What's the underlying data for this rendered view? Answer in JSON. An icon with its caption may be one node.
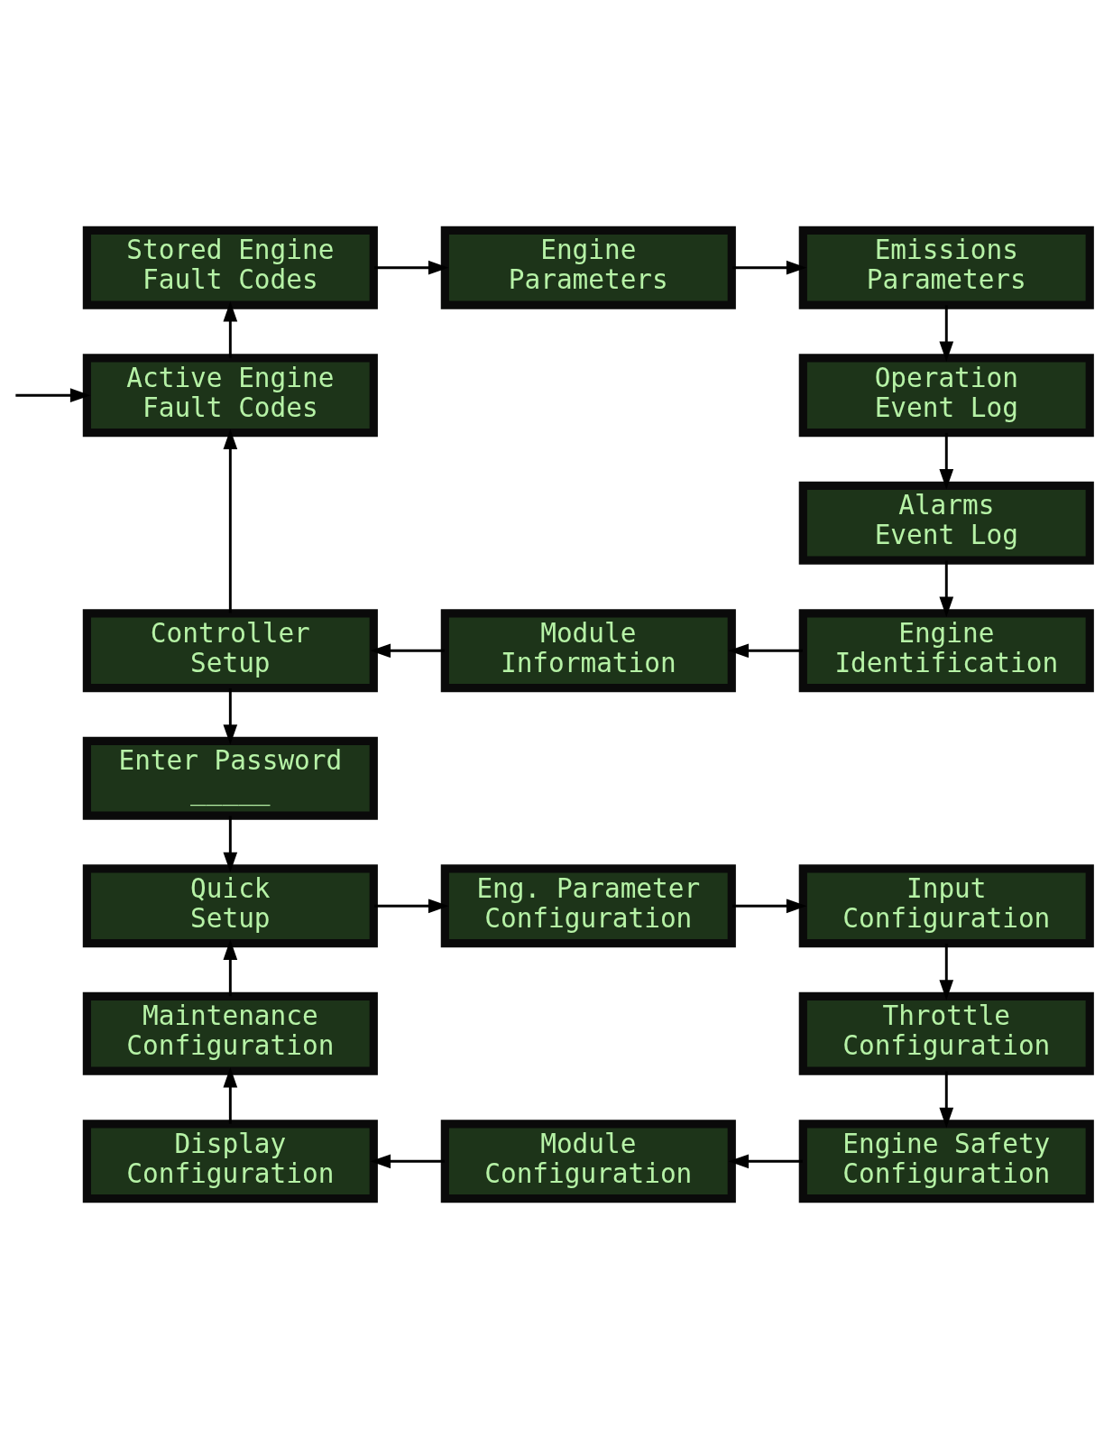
{
  "diagram": {
    "nodes": [
      {
        "text": [
          "Stored Engine Fault Codes"
        ]
      },
      {
        "text": [
          "Engine Parameters"
        ]
      },
      {
        "text": [
          "Emissions Parameters"
        ]
      },
      {
        "text": [
          "Operation Event Log"
        ]
      },
      {
        "text": [
          "Active Engine Fault Codes"
        ]
      },
      {
        "text": [
          "Alarms Event Log"
        ]
      },
      {
        "text": [
          "Controller Setup"
        ]
      },
      {
        "text": [
          "Module Information"
        ]
      },
      {
        "text": [
          "Engine Identification"
        ]
      },
      {
        "text": [
          "Enter Password",
          "_____"
        ]
      },
      {
        "text": [
          "Quick Setup"
        ]
      },
      {
        "text": [
          "Eng. Parameter Configuration"
        ]
      },
      {
        "text": [
          "Input Configuration"
        ]
      },
      {
        "text": [
          "Maintenance Configuration"
        ]
      },
      {
        "text": [
          "Throttle Configuration"
        ]
      },
      {
        "text": [
          "Display Configuration"
        ]
      },
      {
        "text": [
          "Module Configuration"
        ]
      },
      {
        "text": [
          "Engine Safety Configuration"
        ]
      }
    ],
    "edges": [
      {
        "from": null,
        "to": 4,
        "arrow": "to"
      },
      {
        "from": 4,
        "to": 0,
        "arrow": "to"
      },
      {
        "from": 0,
        "to": 1,
        "arrow": "to"
      },
      {
        "from": 1,
        "to": 2,
        "arrow": "to"
      },
      {
        "from": 2,
        "to": 3,
        "arrow": "to"
      },
      {
        "from": 3,
        "to": 5,
        "arrow": "to"
      },
      {
        "from": 5,
        "to": 8,
        "arrow": "to"
      },
      {
        "from": 8,
        "to": 7,
        "arrow": "to"
      },
      {
        "from": 7,
        "to": 6,
        "arrow": "to"
      },
      {
        "from": 6,
        "to": 4,
        "arrow": "to"
      },
      {
        "from": 6,
        "to": 9,
        "arrow": "to"
      },
      {
        "from": 9,
        "to": 10,
        "arrow": "to"
      },
      {
        "from": 10,
        "to": 11,
        "arrow": "to"
      },
      {
        "from": 11,
        "to": 12,
        "arrow": "to"
      },
      {
        "from": 12,
        "to": 14,
        "arrow": "to"
      },
      {
        "from": 14,
        "to": 17,
        "arrow": "to"
      },
      {
        "from": 17,
        "to": 16,
        "arrow": "to"
      },
      {
        "from": 16,
        "to": 15,
        "arrow": "to"
      },
      {
        "from": 15,
        "to": 13,
        "arrow": "to"
      },
      {
        "from": 13,
        "to": 10,
        "arrow": "to"
      }
    ]
  }
}
